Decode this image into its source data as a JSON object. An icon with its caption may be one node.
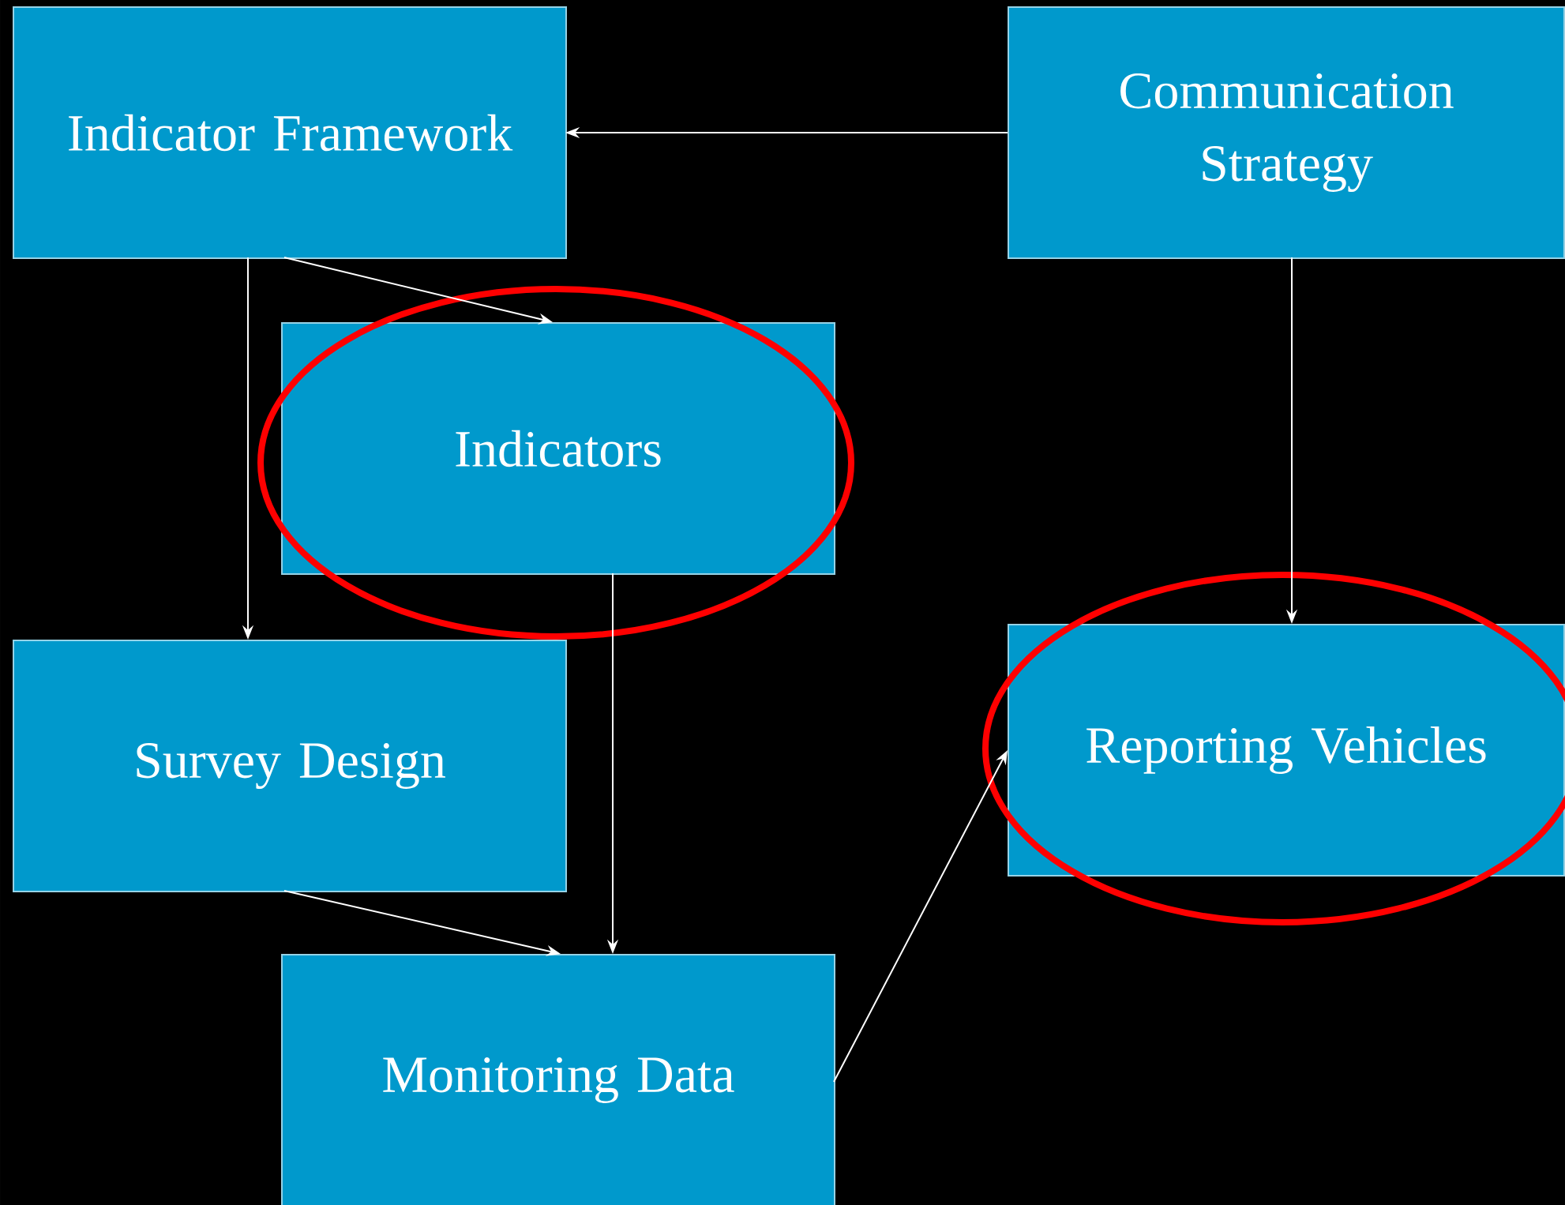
{
  "diagram": {
    "nodes": [
      {
        "text": [
          "Indicator Framework"
        ]
      },
      {
        "text": [
          "Communication Strategy"
        ]
      },
      {
        "text": [
          "Indicators"
        ]
      },
      {
        "text": [
          "Survey Design"
        ]
      },
      {
        "text": [
          "Reporting Vehicles"
        ]
      },
      {
        "text": [
          "Monitoring Data"
        ]
      }
    ],
    "edges": [
      {
        "from": 1,
        "to": 0,
        "arrow": "to"
      },
      {
        "from": 0,
        "to": 2,
        "arrow": "to"
      },
      {
        "from": 0,
        "to": 3,
        "arrow": "to"
      },
      {
        "from": 1,
        "to": 4,
        "arrow": "to"
      },
      {
        "from": 2,
        "to": 5,
        "arrow": "to"
      },
      {
        "from": 3,
        "to": 5,
        "arrow": "to"
      },
      {
        "from": 5,
        "to": 4,
        "arrow": "to"
      }
    ]
  }
}
